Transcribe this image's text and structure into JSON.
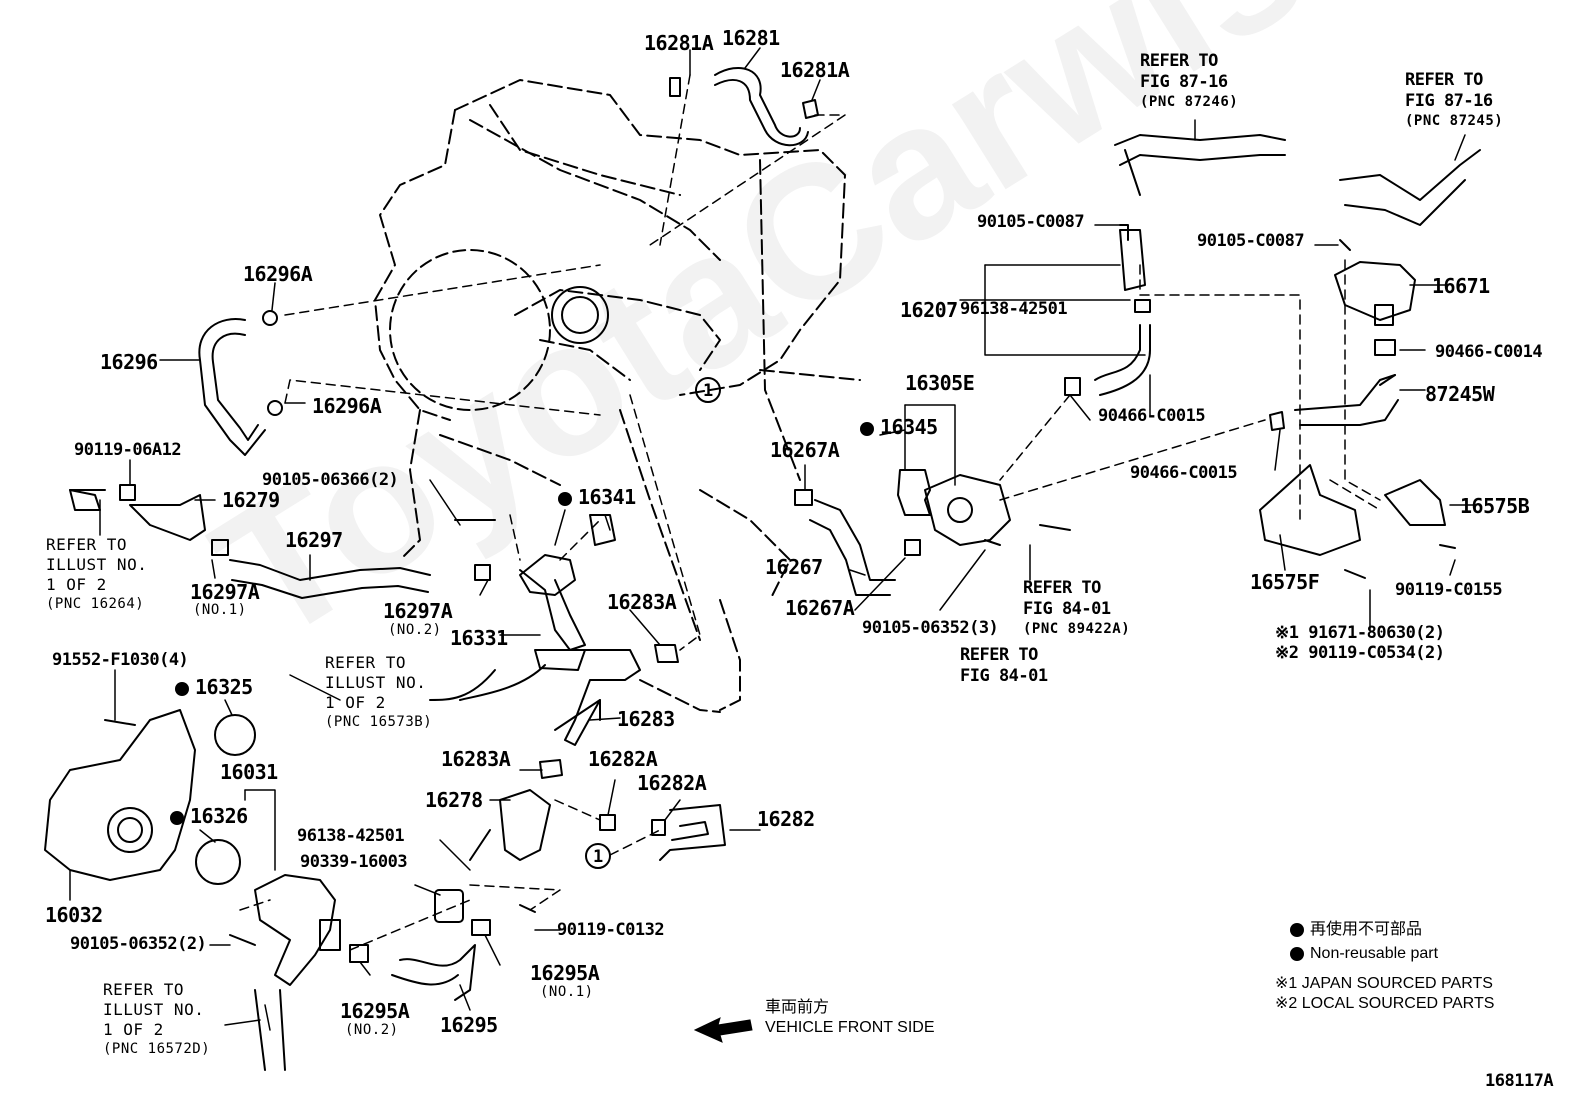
{
  "watermark": "ToyotaCarwise.ru",
  "labels": {
    "p16281A_1": "16281A",
    "p16281": "16281",
    "p16281A_2": "16281A",
    "p16296A_1": "16296A",
    "p16296": "16296",
    "p16296A_2": "16296A",
    "p90119_06A12": "90119-06A12",
    "p16279": "16279",
    "p90105_06366": "90105-06366(2)",
    "p16297": "16297",
    "p16297A_1": "16297A",
    "p16297A_1_sub": "(NO.1)",
    "p16297A_2": "16297A",
    "p16297A_2_sub": "(NO.2)",
    "p16341": "16341",
    "p16331": "16331",
    "p16283A_1": "16283A",
    "p16283": "16283",
    "p91552": "91552-F1030(4)",
    "p16325": "16325",
    "p16031": "16031",
    "p16326": "16326",
    "p16032": "16032",
    "p90105_06352_2": "90105-06352(2)",
    "p16283A_2": "16283A",
    "p16282A_1": "16282A",
    "p16278": "16278",
    "p16282A_2": "16282A",
    "p16282": "16282",
    "p96138_b": "96138-42501",
    "p90339": "90339-16003",
    "p90119_C0132": "90119-C0132",
    "p16295A_1": "16295A",
    "p16295A_1_sub": "(NO.1)",
    "p16295A_2": "16295A",
    "p16295A_2_sub": "(NO.2)",
    "p16295": "16295",
    "p16267A_1": "16267A",
    "p16345": "16345",
    "p16305E": "16305E",
    "p16267": "16267",
    "p16267A_2": "16267A",
    "p90105_06352_3": "90105-06352(3)",
    "p16207": "16207",
    "p96138_a": "96138-42501",
    "p90105_C0087_1": "90105-C0087",
    "p90466_C0015_1": "90466-C0015",
    "p90105_C0087_2": "90105-C0087",
    "p16671": "16671",
    "p90466_C0014": "90466-C0014",
    "p87245W": "87245W",
    "p90466_C0015_2": "90466-C0015",
    "p16575B": "16575B",
    "p16575F": "16575F",
    "p90119_C0155": "90119-C0155",
    "p91671": "※1 91671-80630(2)",
    "p90119_C0534": "※2 90119-C0534(2)",
    "fig_id": "168117A"
  },
  "refs": {
    "fig87_16_a": [
      "REFER TO",
      "FIG 87-16",
      "(PNC 87246)"
    ],
    "fig87_16_b": [
      "REFER TO",
      "FIG 87-16",
      "(PNC 87245)"
    ],
    "illust_16264": [
      "REFER TO",
      "ILLUST NO.",
      "1 OF 2",
      "(PNC 16264)"
    ],
    "illust_16573B": [
      "REFER TO",
      "ILLUST NO.",
      "1 OF 2",
      "(PNC 16573B)"
    ],
    "illust_16572D": [
      "REFER TO",
      "ILLUST NO.",
      "1 OF 2",
      "(PNC 16572D)"
    ],
    "fig84_01_a": [
      "REFER TO",
      "FIG 84-01",
      "(PNC 89422A)"
    ],
    "fig84_01_b": [
      "REFER TO",
      "FIG 84-01"
    ]
  },
  "circle_marker": "1",
  "legend": {
    "non_reusable_jp": "再使用不可部品",
    "non_reusable_en": "Non-reusable part",
    "note1": "※1  JAPAN SOURCED PARTS",
    "note2": "※2  LOCAL SOURCED PARTS"
  },
  "front_indicator": {
    "jp": "車両前方",
    "en": "VEHICLE FRONT SIDE"
  }
}
